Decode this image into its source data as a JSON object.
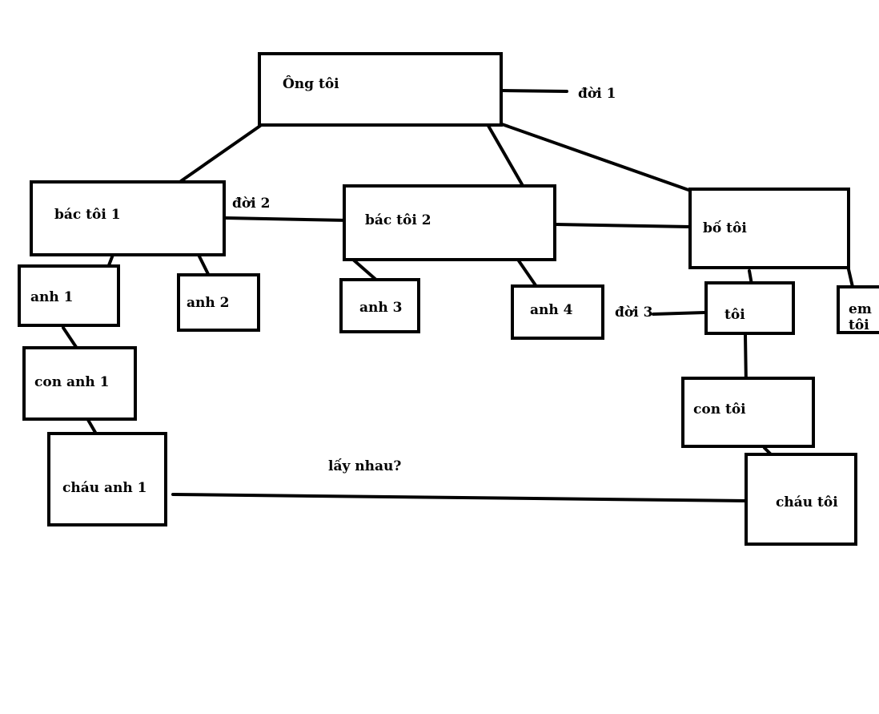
{
  "nodes": {
    "ong": "Ông tôi",
    "bac1": "bác tôi 1",
    "bac2": "bác tôi 2",
    "bo": "bố tôi",
    "anh1": "anh 1",
    "anh2": "anh 2",
    "anh3": "anh 3",
    "anh4": "anh 4",
    "toi": "tôi",
    "em": "em tôi",
    "con_anh1": "con anh 1",
    "con_toi": "con tôi",
    "chau_anh1": "cháu anh 1",
    "chau_toi": "cháu tôi"
  },
  "labels": {
    "gen1": "đời 1",
    "gen2": "đời 2",
    "gen3": "đời 3",
    "question": "lấy nhau?"
  },
  "colors": {
    "ink": "#000000",
    "background": "#ffffff"
  }
}
